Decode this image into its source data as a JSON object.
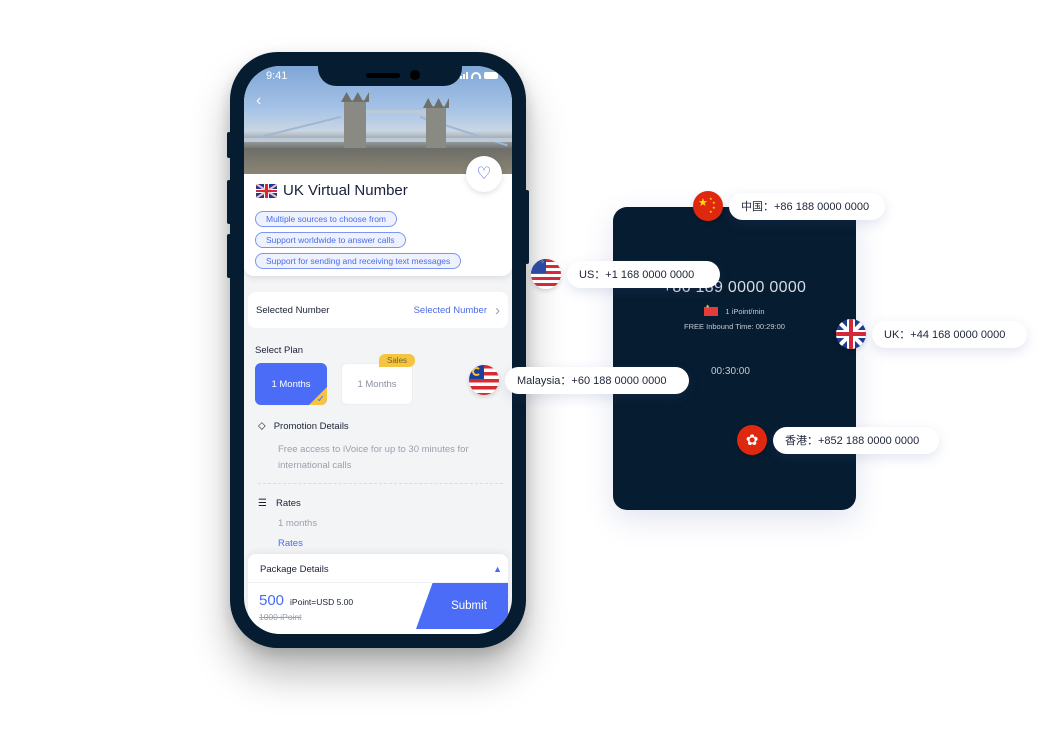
{
  "phone": {
    "status_bar": {
      "time": "9:41"
    },
    "header": {
      "title": "UK Virtual Number",
      "flag": "uk-flag-icon",
      "favorite_icon": "heart-icon"
    },
    "features": [
      "Multiple sources to choose from",
      "Support worldwide to answer calls",
      "Support for sending and receiving text messages"
    ],
    "selected_number": {
      "label": "Selected Number",
      "value": "Selected Number"
    },
    "select_plan": {
      "label": "Select Plan",
      "plans": [
        {
          "label": "1 Months",
          "selected": true
        },
        {
          "label": "1 Months",
          "selected": false,
          "badge": "Sales"
        }
      ]
    },
    "promotion": {
      "title": "Promotion Details",
      "text": "Free access to iVoice for up to 30 minutes for international calls"
    },
    "rates": {
      "title": "Rates",
      "duration": "1 months",
      "link": "Rates"
    },
    "package": {
      "title": "Package Details",
      "price": "500",
      "unit": "iPoint=USD 5.00",
      "original_price": "1000 iPoint",
      "submit_label": "Submit"
    }
  },
  "call_card": {
    "number": "+86 189 0000 0000",
    "rate": "1 iPoint/min",
    "free_time": "FREE Inbound Time: 00:29:00",
    "timer": "00:30:00"
  },
  "callouts": [
    {
      "country": "China",
      "label": "中国：+86 188 0000 0000",
      "flag": "china-flag-icon"
    },
    {
      "country": "US",
      "label": "US：+1 168 0000 0000",
      "flag": "us-flag-icon"
    },
    {
      "country": "UK",
      "label": "UK：+44 168 0000 0000",
      "flag": "uk-flag-icon"
    },
    {
      "country": "Malaysia",
      "label": "Malaysia：+60 188 0000 0000",
      "flag": "malaysia-flag-icon"
    },
    {
      "country": "Hong Kong",
      "label": "香港：+852 188 0000 0000",
      "flag": "hongkong-flag-icon"
    }
  ],
  "colors": {
    "accent": "#4a6cf7",
    "dark": "#061c30",
    "badge": "#f5c542"
  }
}
